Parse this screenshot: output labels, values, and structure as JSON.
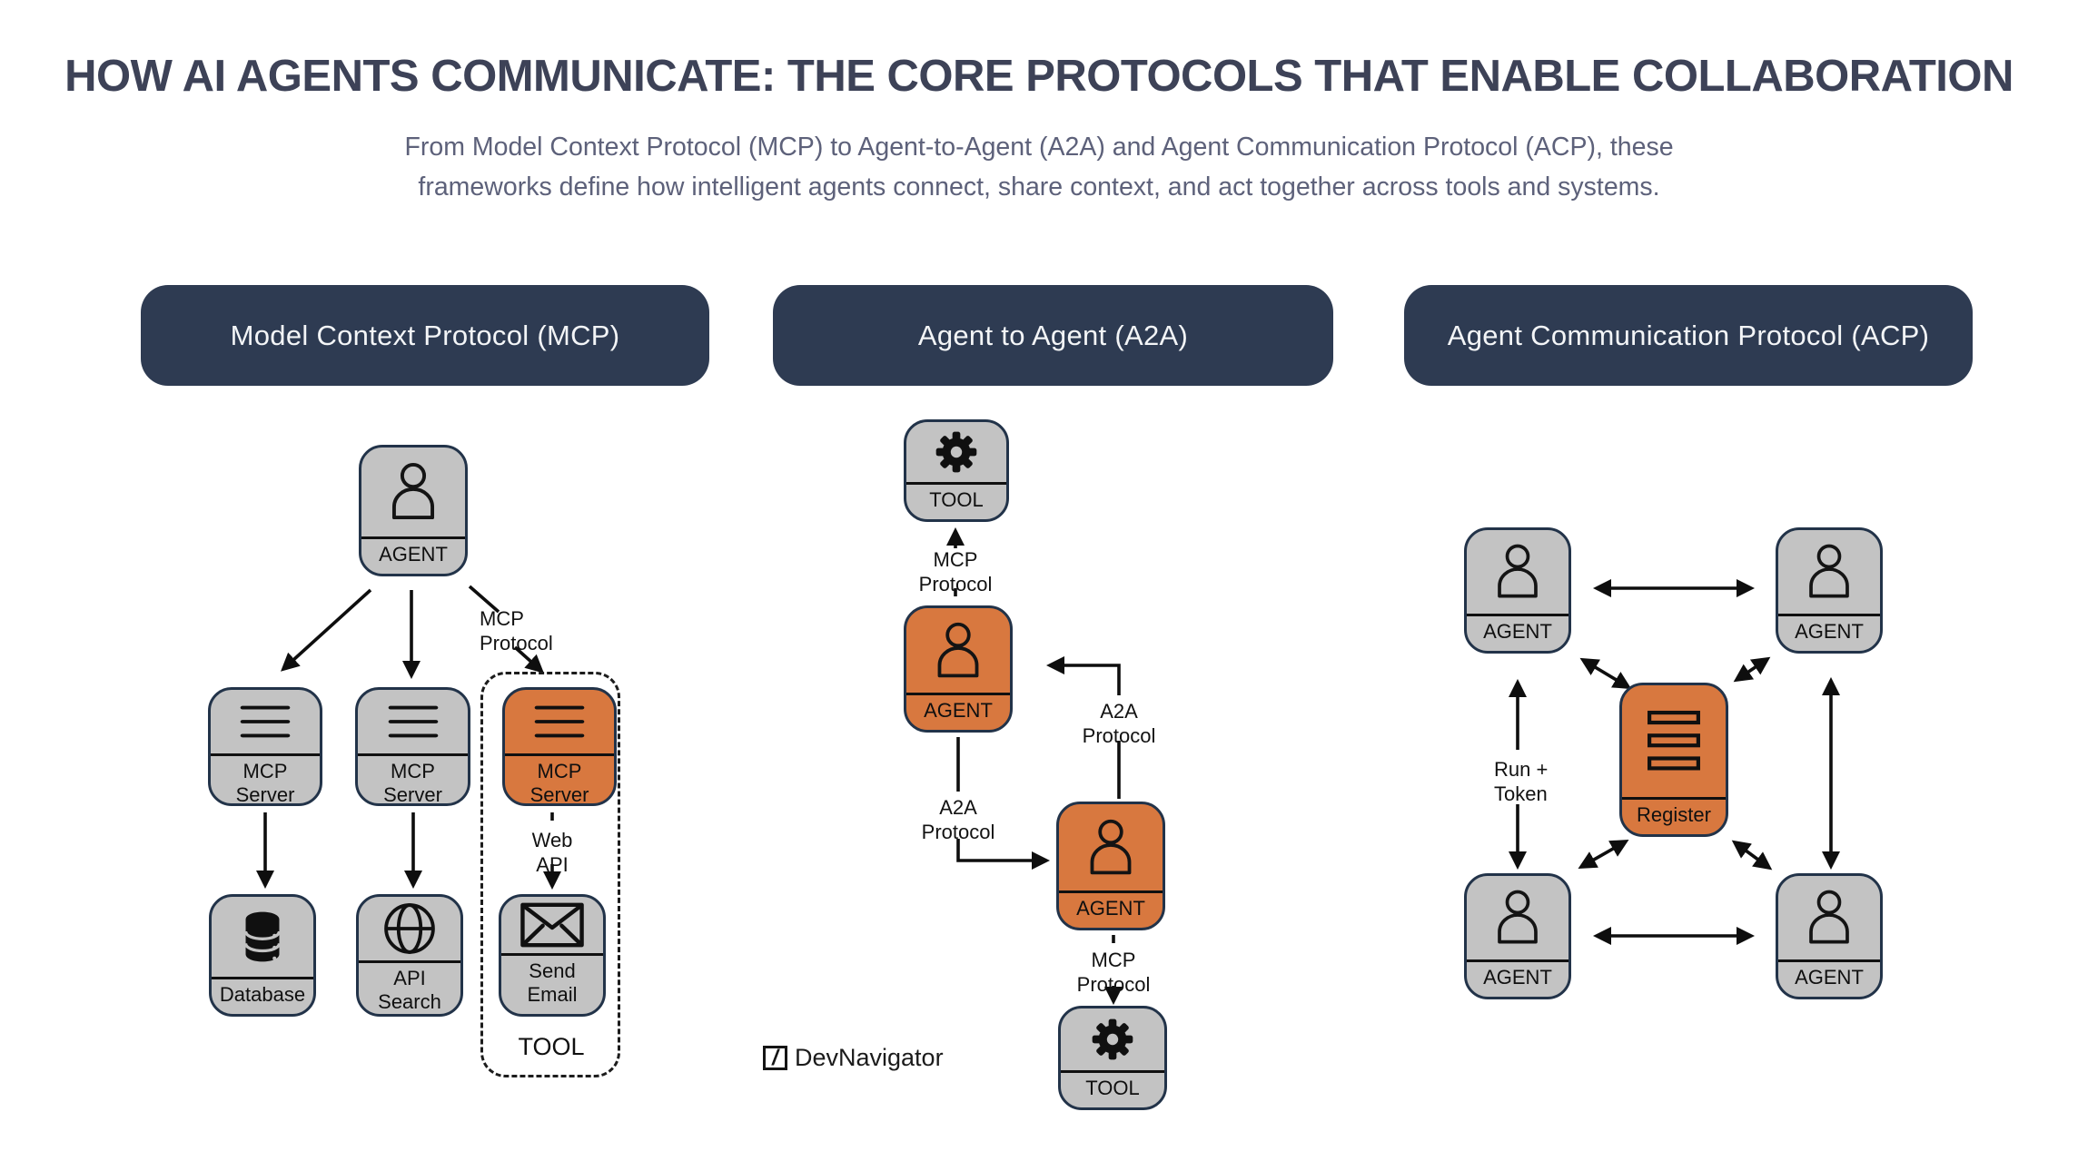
{
  "page": {
    "title": "HOW AI AGENTS COMMUNICATE: THE CORE PROTOCOLS THAT ENABLE COLLABORATION",
    "subtitle_line1": "From Model Context Protocol (MCP) to Agent-to-Agent (A2A) and Agent Communication Protocol (ACP), these",
    "subtitle_line2": "frameworks define how intelligent agents connect, share context, and act together across tools and systems."
  },
  "colors": {
    "navy_header": "#2e3b52",
    "box_border": "#223349",
    "box_gray": "#c3c3c3",
    "box_orange": "#d8783f",
    "title_ink": "#3d4257",
    "subtitle_ink": "#5d617a",
    "line_ink": "#0e0e0e"
  },
  "mcp": {
    "header": "Model Context Protocol (MCP)",
    "agent_label": "AGENT",
    "server1_label": "MCP Server",
    "server2_label": "MCP Server",
    "server3_label": "MCP Server",
    "database_label": "Database",
    "api_search_label": "API Search",
    "send_email_label": "Send Email",
    "tool_group_label": "TOOL",
    "edge_mcp_protocol": {
      "line1": "MCP",
      "line2": "Protocol"
    },
    "edge_web_api": {
      "line1": "Web",
      "line2": "API"
    }
  },
  "a2a": {
    "header": "Agent to Agent (A2A)",
    "tool_top_label": "TOOL",
    "agent_top_label": "AGENT",
    "agent_bottom_label": "AGENT",
    "tool_bottom_label": "TOOL",
    "edge_mcp_top": {
      "line1": "MCP",
      "line2": "Protocol"
    },
    "edge_a2a_right": {
      "line1": "A2A",
      "line2": "Protocol"
    },
    "edge_a2a_left": {
      "line1": "A2A",
      "line2": "Protocol"
    },
    "edge_mcp_bottom": {
      "line1": "MCP",
      "line2": "Protocol"
    }
  },
  "acp": {
    "header": "Agent Communication Protocol (ACP)",
    "agent_tl_label": "AGENT",
    "agent_tr_label": "AGENT",
    "agent_bl_label": "AGENT",
    "agent_br_label": "AGENT",
    "register_label": "Register",
    "edge_run_token": {
      "line1": "Run +",
      "line2": "Token"
    }
  },
  "brand": {
    "glyph": "/",
    "name": "DevNavigator"
  }
}
